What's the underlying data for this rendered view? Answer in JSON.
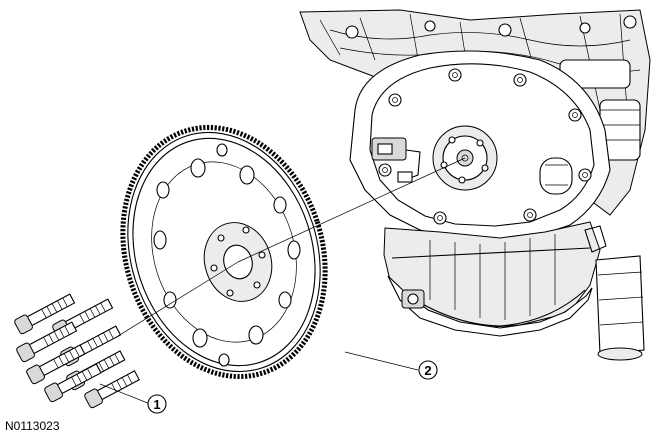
{
  "figure_id": "N0113023",
  "callouts": [
    {
      "label": "1",
      "part": "flexplate bolts"
    },
    {
      "label": "2",
      "part": "flexplate"
    }
  ]
}
